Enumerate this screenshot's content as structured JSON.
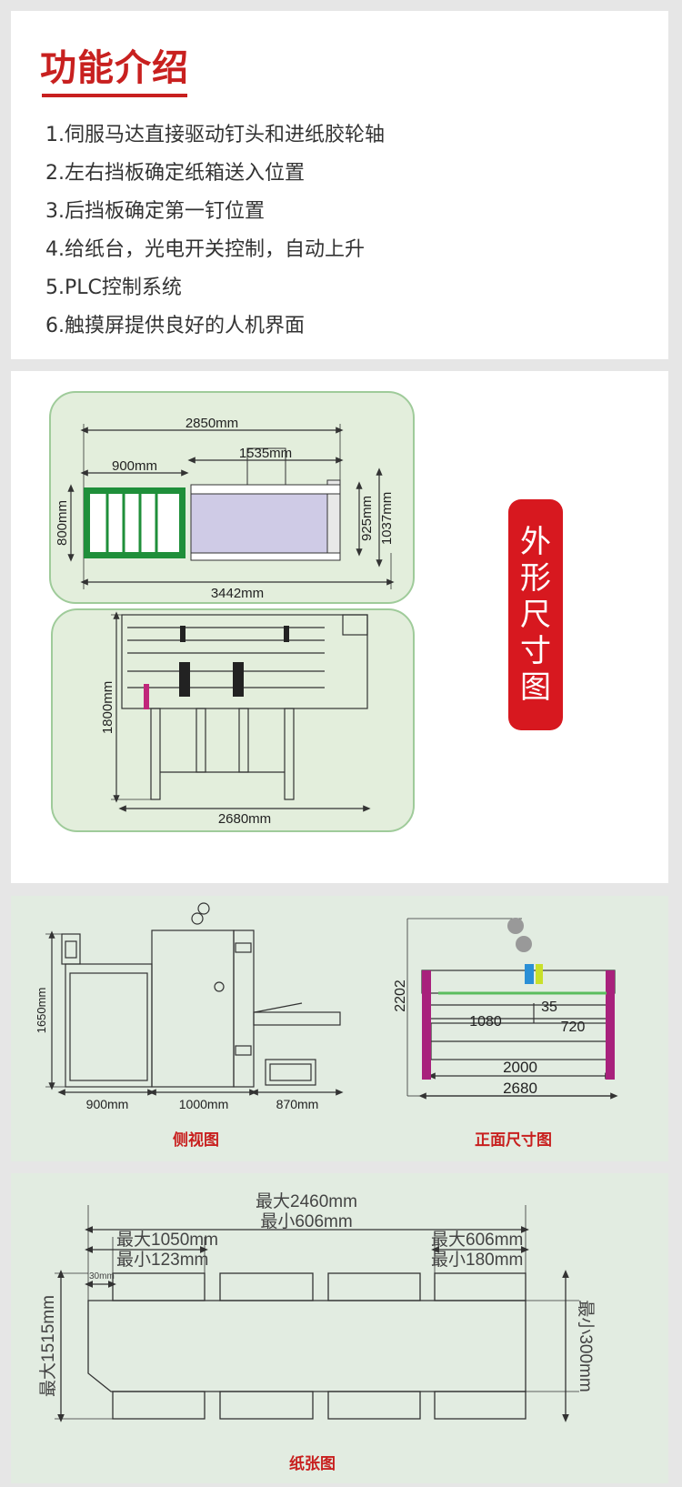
{
  "intro": {
    "title": "功能介绍",
    "features": [
      "1.伺服马达直接驱动钉头和进纸胶轮轴",
      "2.左右挡板确定纸箱送入位置",
      "3.后挡板确定第一钉位置",
      "4.给纸台，光电开关控制，自动上升",
      "5.PLC控制系统",
      "6.触摸屏提供良好的人机界面"
    ]
  },
  "outline": {
    "badge_chars": [
      "外",
      "形",
      "尺",
      "寸",
      "图"
    ],
    "top_view": {
      "dim_total_width": "2850mm",
      "dim_feeder_width": "900mm",
      "dim_main_width": "1535mm",
      "dim_overall_width": "3442mm",
      "dim_feeder_depth": "800mm",
      "dim_main_depth": "925mm",
      "dim_overall_depth": "1037mm"
    },
    "front_view": {
      "dim_height": "1800mm",
      "dim_width": "2680mm"
    }
  },
  "views": {
    "side": {
      "caption": "侧视图",
      "dim_height": "1650mm",
      "dim_a": "900mm",
      "dim_b": "1000mm",
      "dim_c": "870mm"
    },
    "front": {
      "caption": "正面尺寸图",
      "dim_height": "2202",
      "dim_1080": "1080",
      "dim_35": "35",
      "dim_720": "720",
      "dim_2000": "2000",
      "dim_2680": "2680"
    }
  },
  "paper": {
    "caption": "纸张图",
    "max_total": "最大2460mm",
    "min_total": "最小606mm",
    "max_left": "最大1050mm",
    "min_left": "最小123mm",
    "max_right": "最大606mm",
    "min_right": "最小180mm",
    "small_dim": "30mm",
    "max_height": "最大1515mm",
    "min_height": "最小300mm"
  },
  "colors": {
    "accent": "#c8201f",
    "badge": "#d7181f",
    "plan_bg": "#e3eedc",
    "plan_border": "#9fcb9a"
  }
}
